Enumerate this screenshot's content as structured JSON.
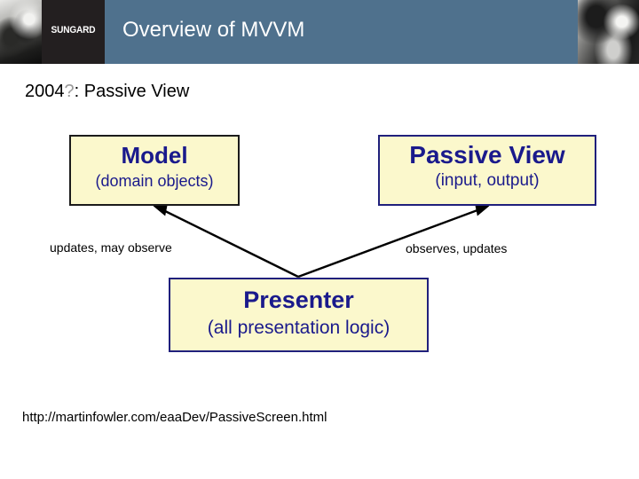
{
  "header": {
    "logo_text": "SUNGARD",
    "title": "Overview of MVVM",
    "band_color": "#4f718d",
    "logo_block_color": "#231f20"
  },
  "subtitle": {
    "year": "2004",
    "marker": "?",
    "rest": ": Passive View",
    "full": "2004?: Passive View"
  },
  "diagram": {
    "nodes": [
      {
        "id": "model",
        "title": "Model",
        "subtitle": "(domain objects)",
        "fill": "#fbf8cc",
        "border": "#1b1b1b",
        "text_color": "#1a1a8c"
      },
      {
        "id": "passive-view",
        "title": "Passive View",
        "subtitle": "(input, output)",
        "fill": "#fbf8cc",
        "border": "#20207c",
        "text_color": "#1a1a8c"
      },
      {
        "id": "presenter",
        "title": "Presenter",
        "subtitle": "(all presentation logic)",
        "fill": "#fbf8cc",
        "border": "#20207c",
        "text_color": "#1a1a8c"
      }
    ],
    "edges": [
      {
        "id": "presenter-to-model",
        "label": "updates, may observe",
        "from": "presenter",
        "to": "model"
      },
      {
        "id": "presenter-to-view",
        "label": "observes, updates",
        "from": "presenter",
        "to": "passive-view"
      }
    ]
  },
  "footer": {
    "url": "http://martinfowler.com/eaaDev/PassiveScreen.html"
  }
}
